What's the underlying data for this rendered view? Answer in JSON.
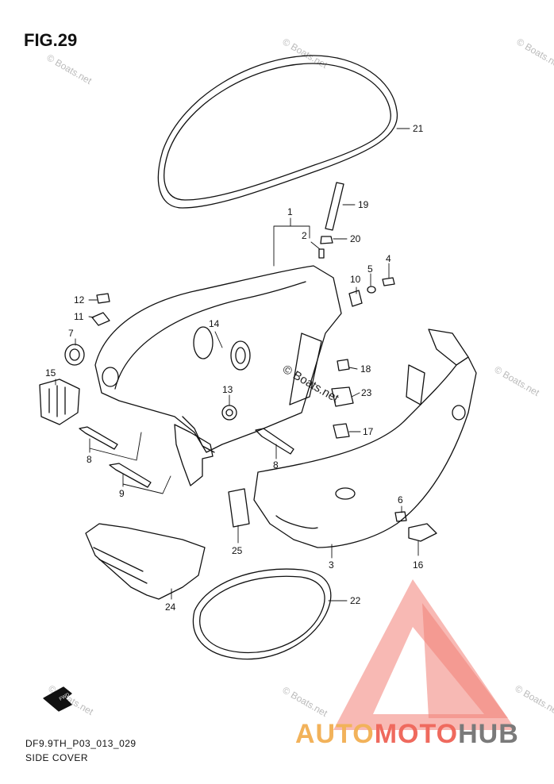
{
  "figure": {
    "title": "FIG.29"
  },
  "caption": {
    "model_code": "DF9.9TH_P03_013_029",
    "name": "SIDE COVER"
  },
  "watermark": {
    "text": "© Boats.net"
  },
  "fwd_label": "FWD",
  "callouts": {
    "c1": "1",
    "c2": "2",
    "c3": "3",
    "c4": "4",
    "c5": "5",
    "c6": "6",
    "c7": "7",
    "c8a": "8",
    "c8b": "8",
    "c9": "9",
    "c10": "10",
    "c11": "11",
    "c12": "12",
    "c13": "13",
    "c14": "14",
    "c15": "15",
    "c16": "16",
    "c17": "17",
    "c18": "18",
    "c19": "19",
    "c20": "20",
    "c21": "21",
    "c22": "22",
    "c23": "23",
    "c24": "24",
    "c25": "25"
  },
  "brand": {
    "part1": "AUTO",
    "part2": "MOTO",
    "part3": "HUB"
  },
  "colors": {
    "brand_yellow": "#f2b25a",
    "brand_red": "#ef6a5e",
    "brand_gray": "#7a7a7a"
  }
}
